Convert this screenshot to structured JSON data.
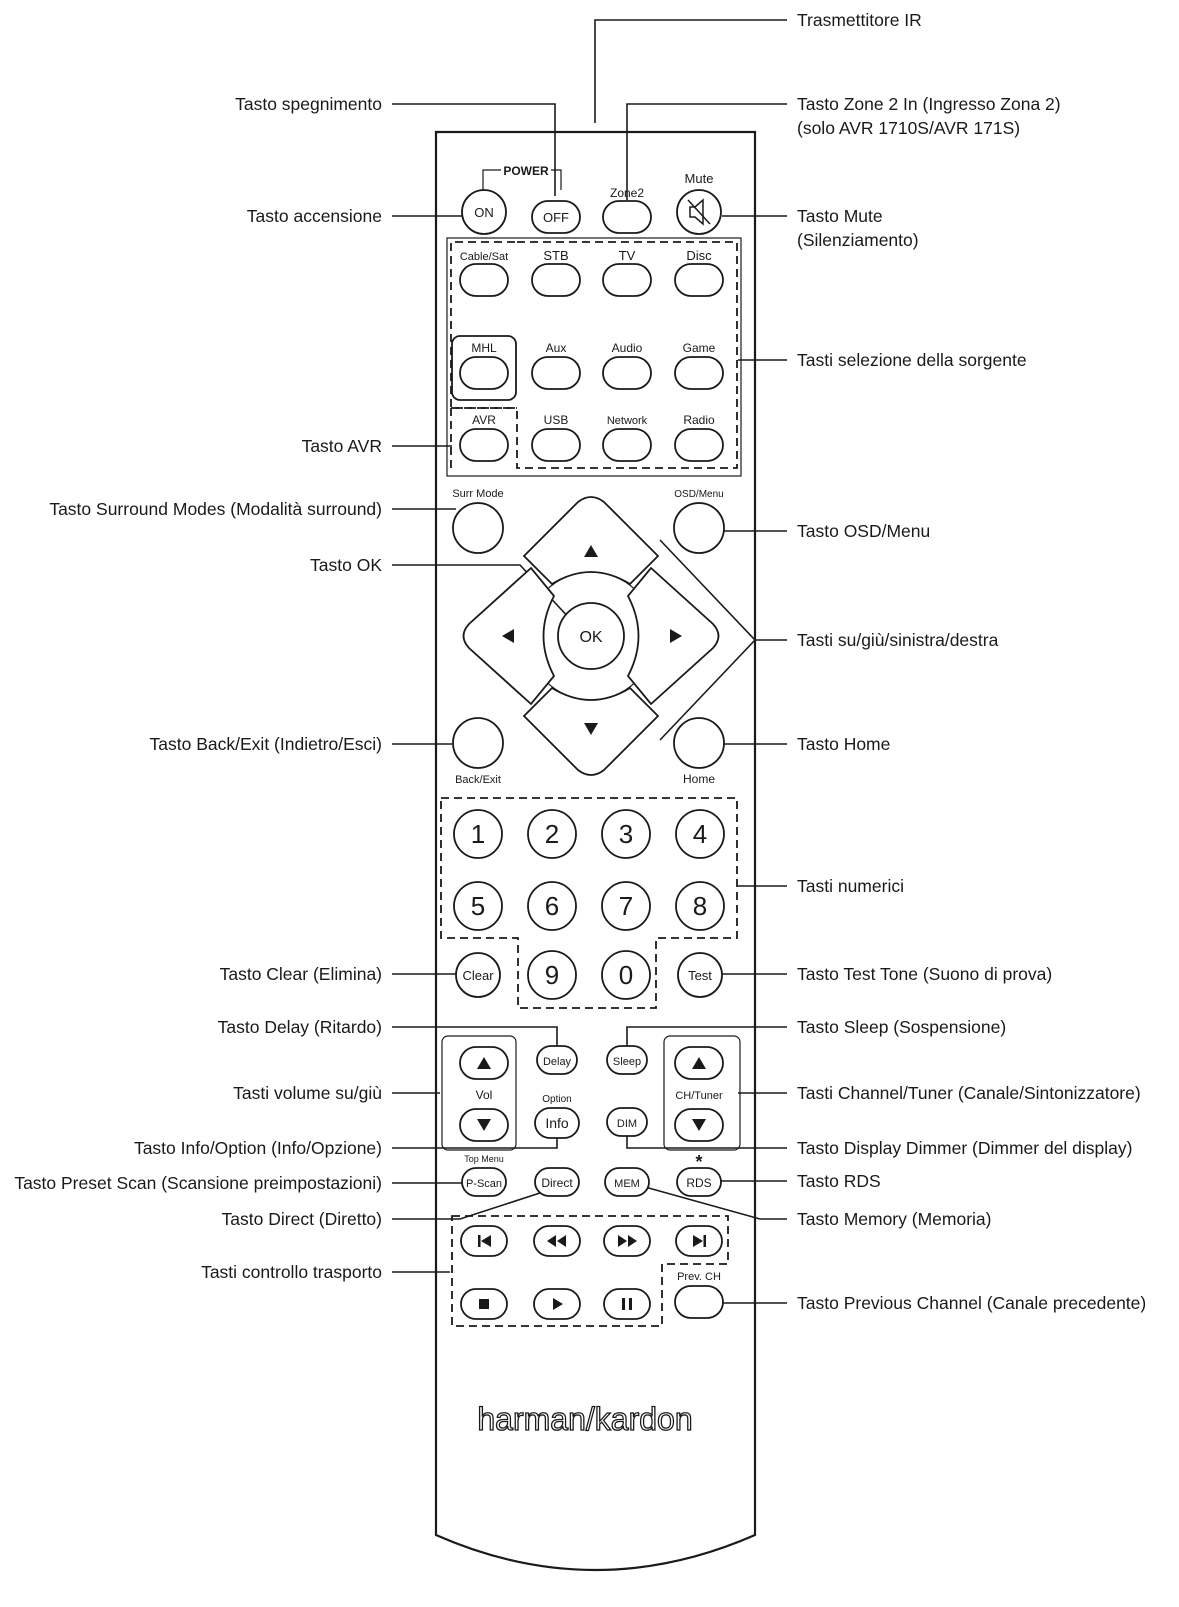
{
  "brand": "harman/kardon",
  "labels": {
    "ir": "Trasmettitore IR",
    "off": "Tasto spegnimento",
    "zone2_1": "Tasto Zone 2 In (Ingresso Zona 2)",
    "zone2_2": "(solo AVR 1710S/AVR 171S)",
    "on": "Tasto accensione",
    "mute_1": "Tasto Mute",
    "mute_2": "(Silenziamento)",
    "source": "Tasti selezione della sorgente",
    "avr": "Tasto AVR",
    "surr": "Tasto Surround Modes (Modalità surround)",
    "osd": "Tasto OSD/Menu",
    "ok": "Tasto OK",
    "arrows": "Tasti su/giù/sinistra/destra",
    "back": "Tasto Back/Exit (Indietro/Esci)",
    "home": "Tasto Home",
    "numeric": "Tasti numerici",
    "clear": "Tasto Clear (Elimina)",
    "test": "Tasto Test Tone (Suono di prova)",
    "delay": "Tasto Delay (Ritardo)",
    "sleep": "Tasto Sleep (Sospensione)",
    "volume": "Tasti volume su/giù",
    "channel": "Tasti Channel/Tuner (Canale/Sintonizzatore)",
    "info": "Tasto Info/Option (Info/Opzione)",
    "dimmer": "Tasto Display Dimmer (Dimmer del display)",
    "pscan": "Tasto Preset Scan (Scansione preimpostazioni)",
    "rds": "Tasto RDS",
    "direct": "Tasto Direct (Diretto)",
    "memory": "Tasto Memory (Memoria)",
    "transport": "Tasti controllo trasporto",
    "prevch": "Tasto Previous Channel (Canale precedente)"
  },
  "buttons": {
    "power_title": "POWER",
    "on": "ON",
    "off": "OFF",
    "zone2": "Zone2",
    "mute": "Mute",
    "cable_sat": "Cable/Sat",
    "stb": "STB",
    "tv": "TV",
    "disc": "Disc",
    "mhl": "MHL",
    "aux": "Aux",
    "audio": "Audio",
    "game": "Game",
    "avr": "AVR",
    "usb": "USB",
    "network": "Network",
    "radio": "Radio",
    "surr_mode": "Surr Mode",
    "osd_menu": "OSD/Menu",
    "ok": "OK",
    "back_exit": "Back/Exit",
    "home": "Home",
    "n1": "1",
    "n2": "2",
    "n3": "3",
    "n4": "4",
    "n5": "5",
    "n6": "6",
    "n7": "7",
    "n8": "8",
    "n9": "9",
    "n0": "0",
    "clear": "Clear",
    "test": "Test",
    "delay": "Delay",
    "sleep": "Sleep",
    "vol": "Vol",
    "ch_tuner": "CH/Tuner",
    "option": "Option",
    "info": "Info",
    "dim": "DIM",
    "top_menu": "Top Menu",
    "pscan": "P-Scan",
    "direct": "Direct",
    "mem": "MEM",
    "rds_star": "*",
    "rds": "RDS",
    "prev_ch": "Prev. CH"
  }
}
